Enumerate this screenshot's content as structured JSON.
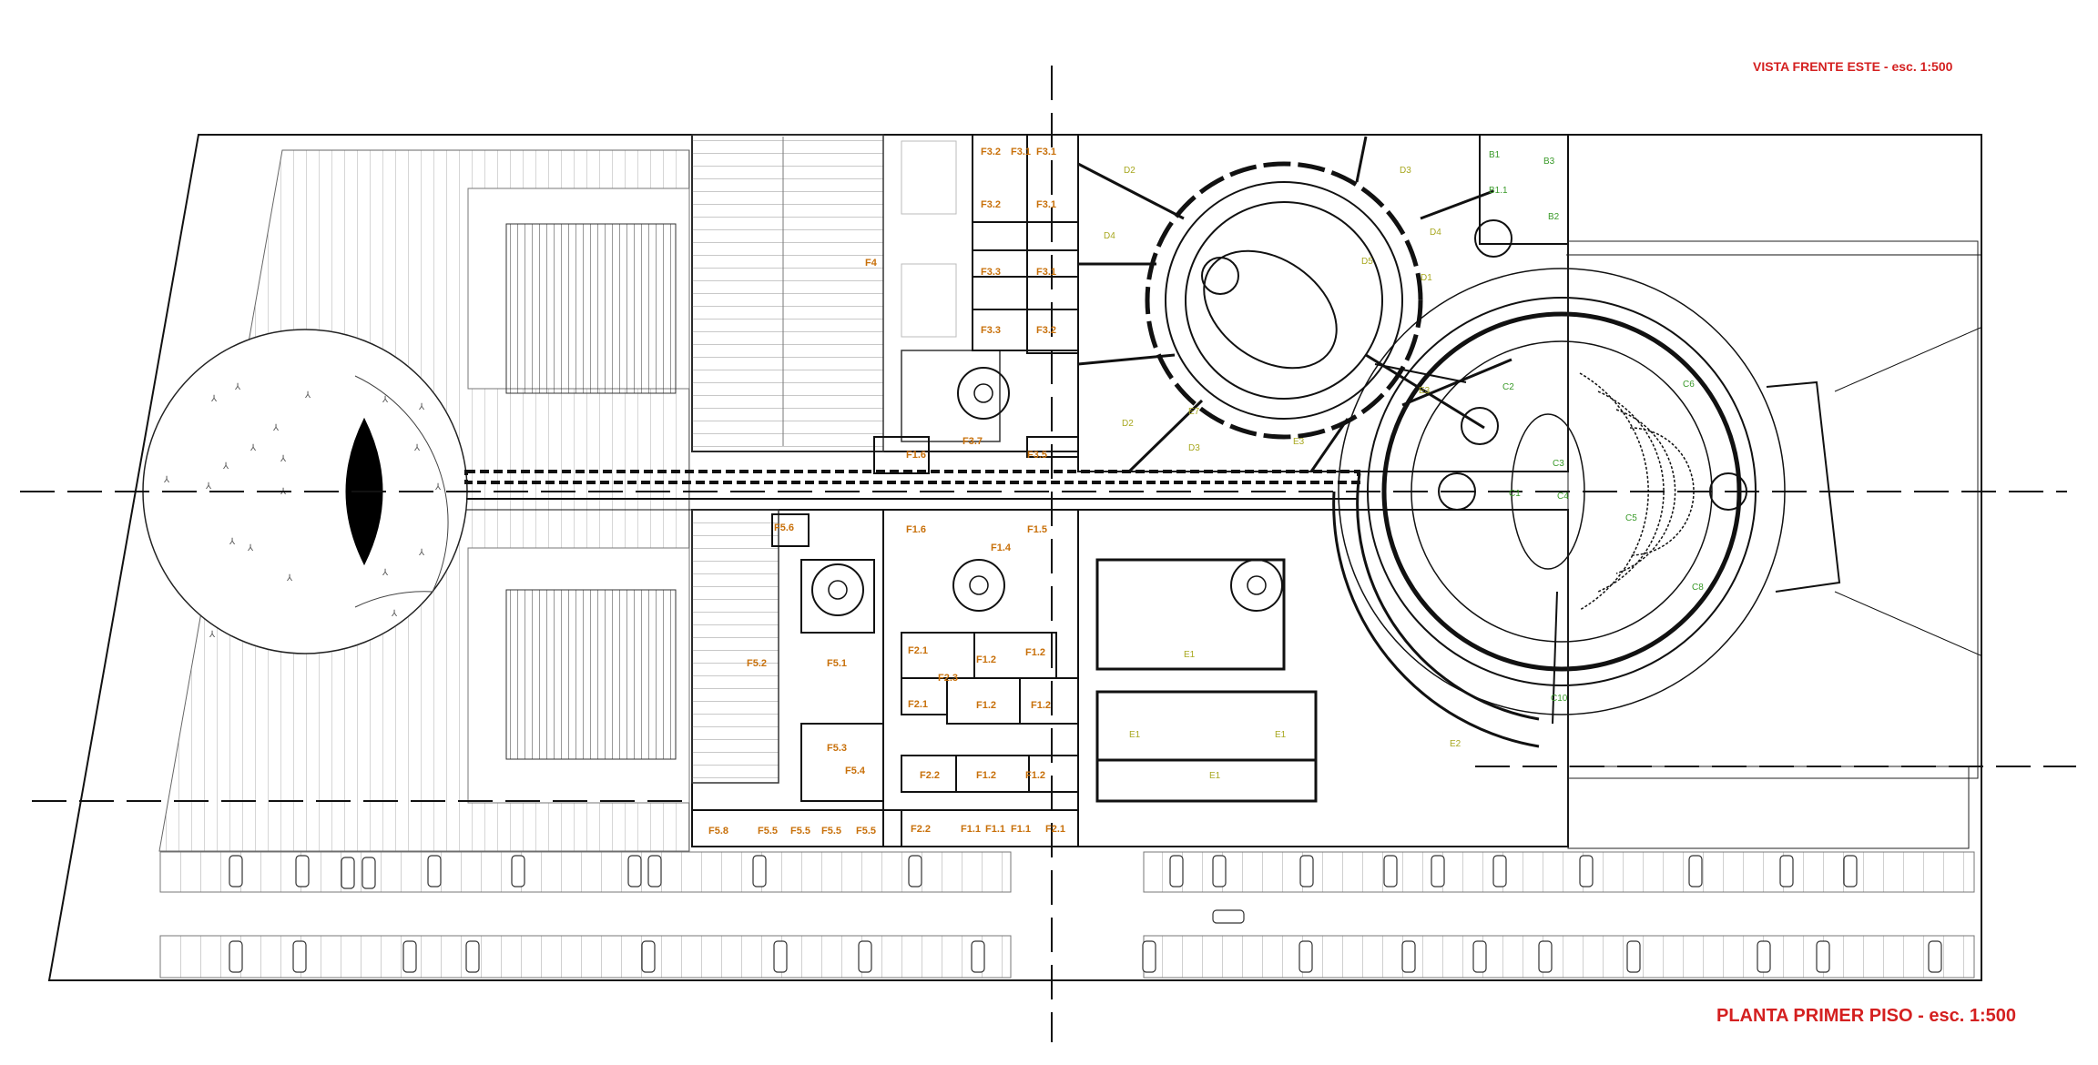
{
  "drawing": {
    "title": "PLANTA  PRIMER PISO - esc. 1:500",
    "top_title": "VISTA FRENTE ESTE - esc. 1:500"
  },
  "room_labels": {
    "commercial": [
      "F3.2",
      "F3.1",
      "F3.1",
      "F3.2",
      "F3.1",
      "F4",
      "F3.3",
      "F3.1",
      "F3.3",
      "F3.2",
      "F3.7",
      "F1.6",
      "F3.5",
      "F1.6",
      "F1.5",
      "F1.4",
      "F5.6",
      "F5.2",
      "F5.1",
      "F1.2",
      "F1.2",
      "F2.1",
      "F2.3",
      "F2.1",
      "F1.2",
      "F1.2",
      "F5.3",
      "F5.4",
      "F2.2",
      "F1.2",
      "F1.2",
      "F5.8",
      "F5.5",
      "F5.5",
      "F5.5",
      "F5.5",
      "F2.2",
      "F1.1",
      "F1.1",
      "F1.1",
      "F2.1"
    ],
    "services": [
      "E1",
      "E2",
      "E1",
      "E1",
      "E1"
    ],
    "support": [
      "D2",
      "D3",
      "D4",
      "D4",
      "D5",
      "D1",
      "D2",
      "D3",
      "E3",
      "E7",
      "E3"
    ],
    "auditorium": [
      "C1",
      "C2",
      "C3",
      "C4",
      "C5",
      "C6",
      "C8",
      "C10"
    ],
    "blocks": [
      "B1",
      "B3",
      "B1.1",
      "B2"
    ]
  },
  "colors": {
    "line": "#111111",
    "title": "#d42020",
    "label_orange": "#c8700a",
    "label_green": "#3a9a2a",
    "label_olive": "#a8a820"
  }
}
